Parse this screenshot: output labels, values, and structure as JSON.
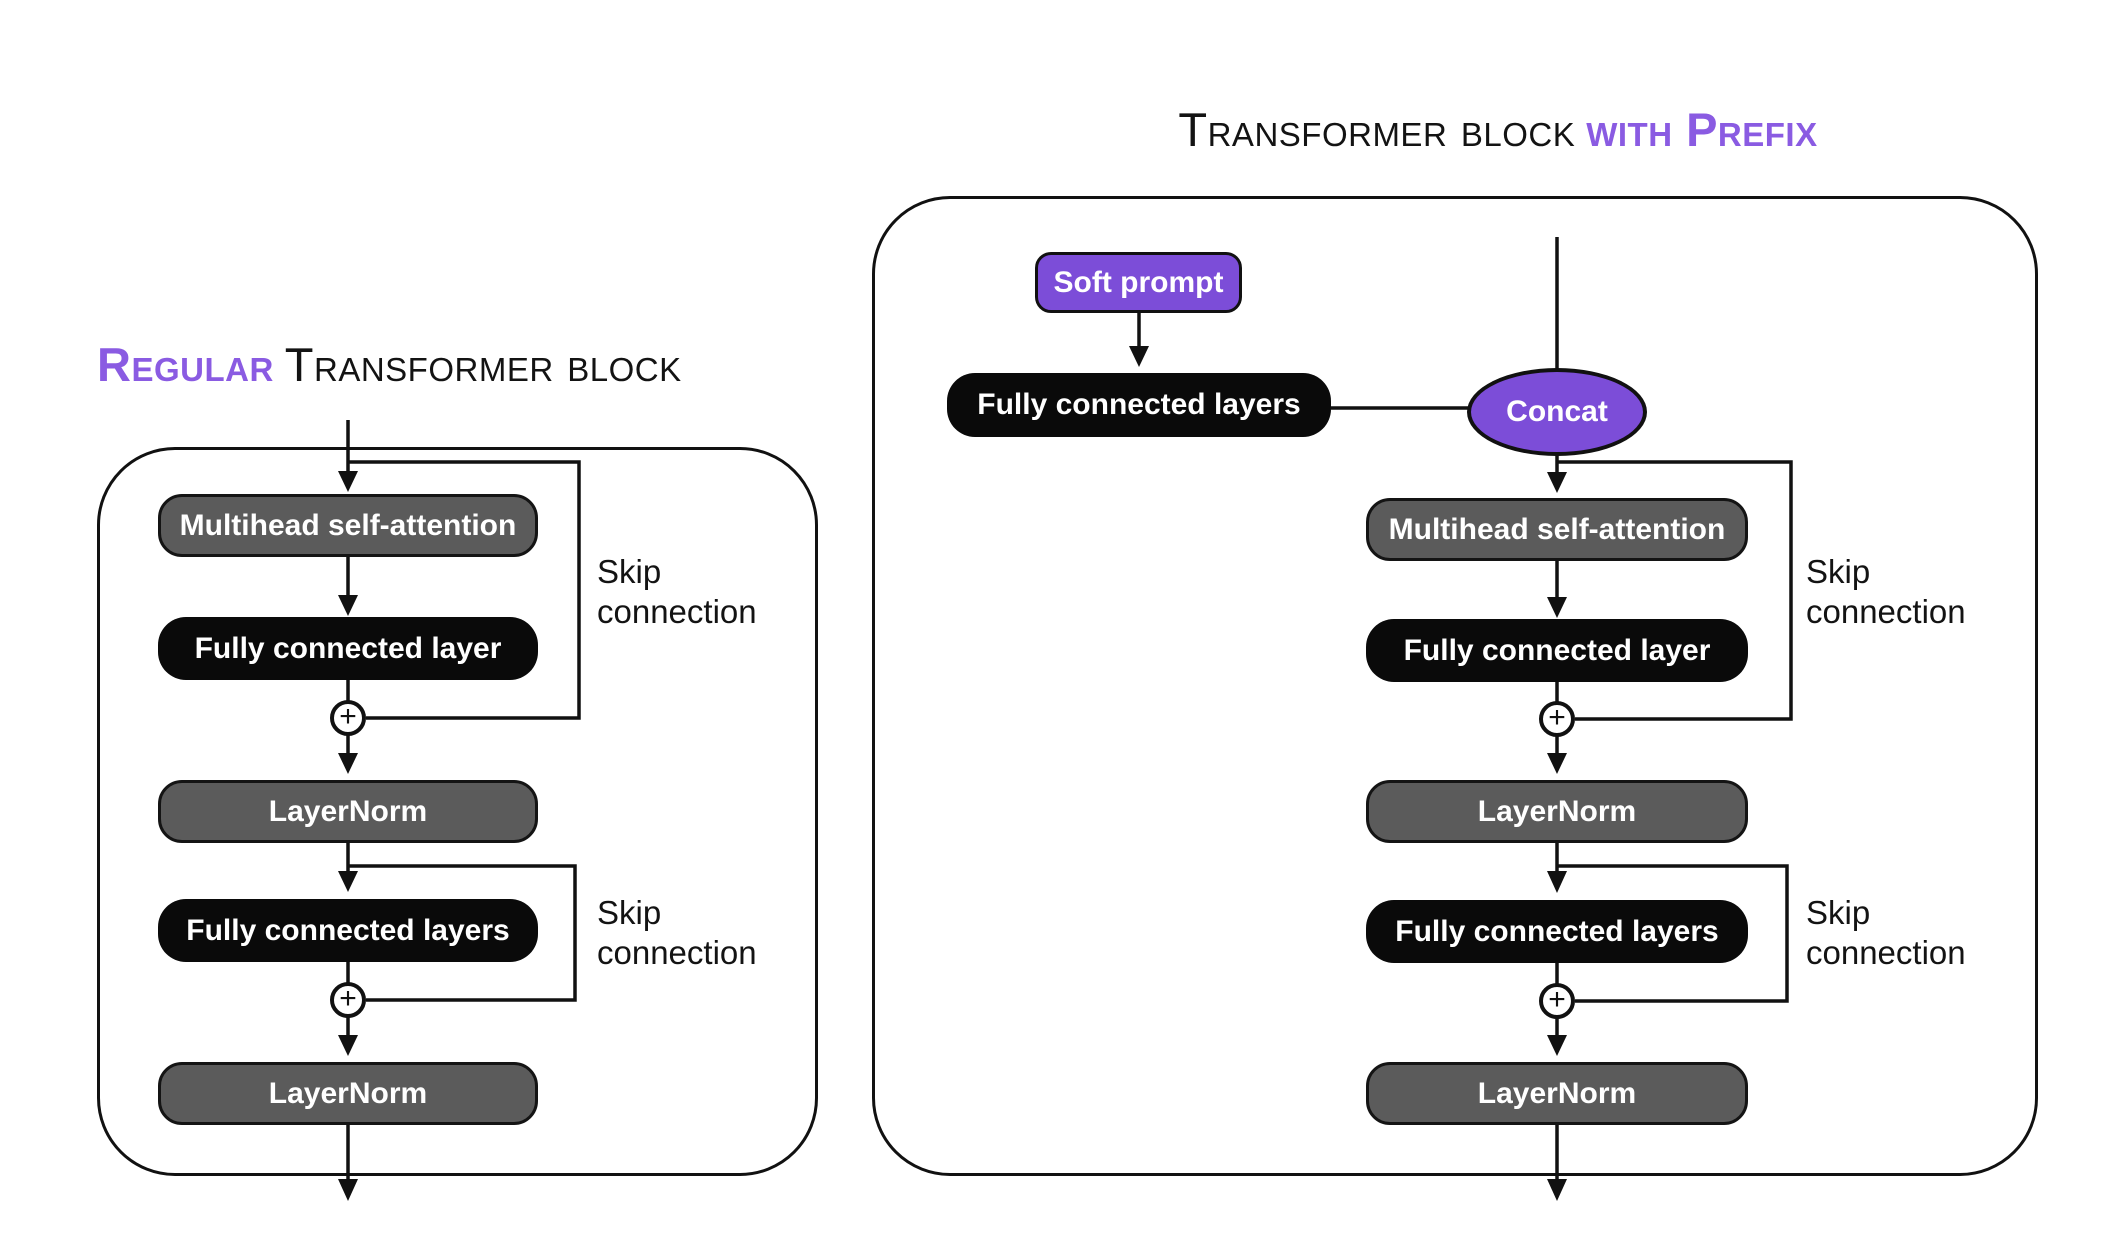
{
  "titles": {
    "left": {
      "accent": "Regular",
      "rest": "Transformer block"
    },
    "right": {
      "rest": "Transformer block",
      "accent": "with Prefix"
    }
  },
  "left_diagram": {
    "multihead": "Multihead self-attention",
    "fc_layer": "Fully connected layer",
    "layernorm_1": "LayerNorm",
    "fc_layers": "Fully connected layers",
    "layernorm_2": "LayerNorm",
    "plus_1": "+",
    "plus_2": "+",
    "skip_label_1": "Skip\nconnection",
    "skip_label_2": "Skip\nconnection"
  },
  "right_diagram": {
    "soft_prompt": "Soft prompt",
    "prefix_fc_layers": "Fully connected layers",
    "concat": "Concat",
    "multihead": "Multihead self-attention",
    "fc_layer": "Fully connected layer",
    "layernorm_1": "LayerNorm",
    "fc_layers": "Fully connected layers",
    "layernorm_2": "LayerNorm",
    "plus_1": "+",
    "plus_2": "+",
    "skip_label_1": "Skip\nconnection",
    "skip_label_2": "Skip\nconnection"
  },
  "colors": {
    "shape_purple": "#7C4DD8",
    "title_purple": "#8A5BE2",
    "node_gray": "#5B5B5B",
    "node_black": "#0A0A0A",
    "line_black": "#111111",
    "background": "#FFFFFF"
  }
}
